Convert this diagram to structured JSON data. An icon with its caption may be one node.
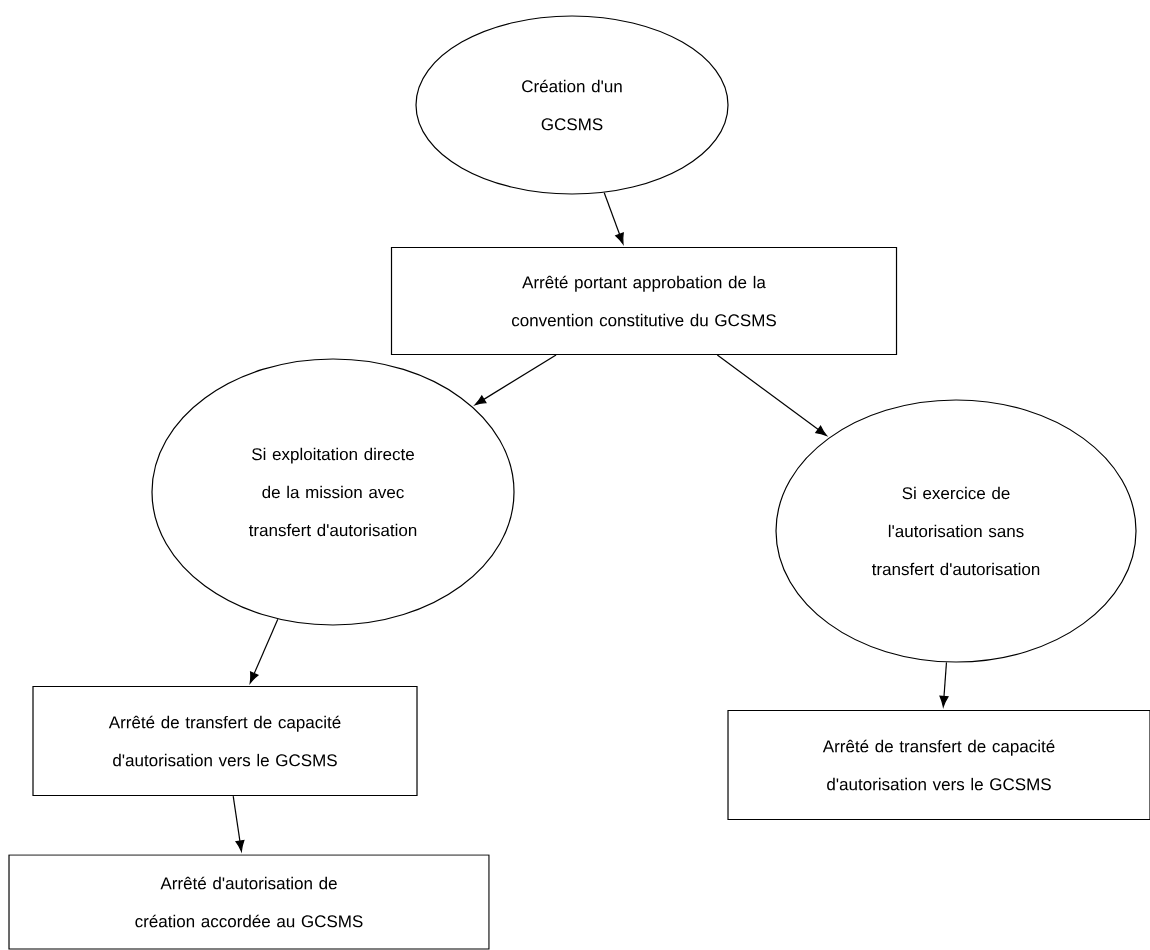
{
  "diagram": {
    "nodes": [
      {
        "text": [
          "Création d'un GCSMS"
        ]
      },
      {
        "text": [
          "Arrêté portant approbation de la convention constitutive du GCSMS"
        ]
      },
      {
        "text": [
          "Si exploitation directe de la mission avec transfert d'autorisation"
        ]
      },
      {
        "text": [
          "Si exercice de l'autorisation sans transfert d'autorisation"
        ]
      },
      {
        "text": [
          "Arrêté de transfert de capacité d'autorisation vers le GCSMS"
        ]
      },
      {
        "text": [
          "Arrêté de transfert de capacité d'autorisation vers le GCSMS"
        ]
      },
      {
        "text": [
          "Arrêté d'autorisation de création accordée au GCSMS"
        ]
      }
    ],
    "edges": [
      {
        "from": 0,
        "to": 1,
        "arrow": "to"
      },
      {
        "from": 1,
        "to": 2,
        "arrow": "to"
      },
      {
        "from": 1,
        "to": 3,
        "arrow": "to"
      },
      {
        "from": 2,
        "to": 4,
        "arrow": "to"
      },
      {
        "from": 3,
        "to": 5,
        "arrow": "to"
      },
      {
        "from": 4,
        "to": 6,
        "arrow": "to"
      }
    ]
  }
}
